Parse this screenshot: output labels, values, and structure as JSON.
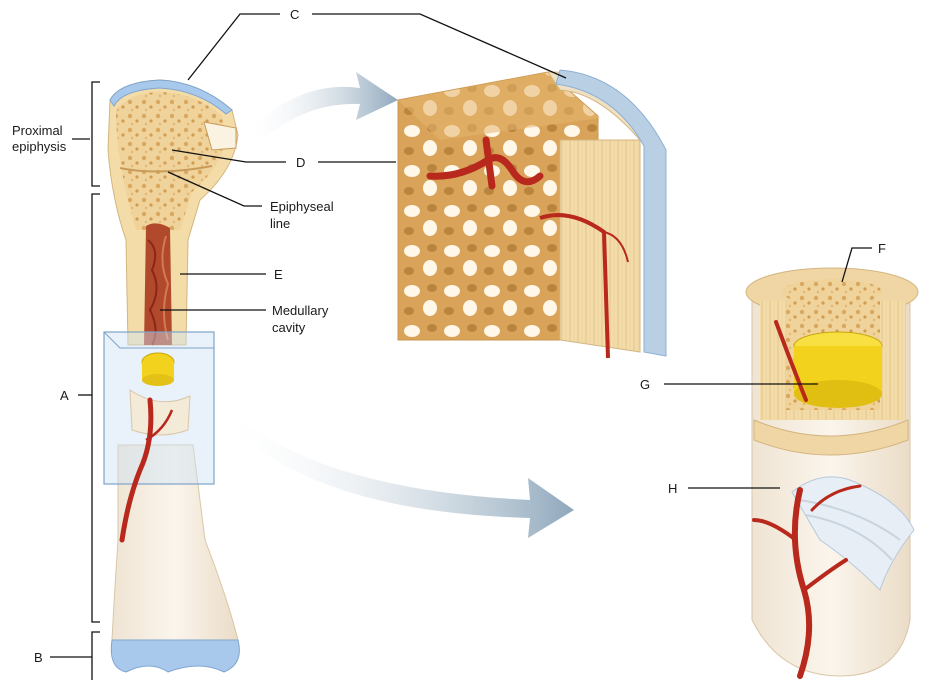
{
  "diagram": {
    "labels": {
      "proximal_line1": "Proximal",
      "proximal_line2": "epiphysis",
      "a": "A",
      "b": "B",
      "c": "C",
      "d": "D",
      "e": "E",
      "f": "F",
      "g": "G",
      "h": "H",
      "epiphyseal_line1": "Epiphyseal",
      "epiphyseal_line2": "line",
      "medullary_line1": "Medullary",
      "medullary_line2": "cavity"
    },
    "colors": {
      "spongy_bone": "#e9be78",
      "compact_bone": "#f3dca8",
      "bone_surface": "#f4eadb",
      "articular_cartilage": "#a9c9ec",
      "periosteum": "#b9cfe4",
      "yellow_marrow": "#f2d21c",
      "red_marrow": "#b03c22",
      "blood_vessel": "#b8281c",
      "arrow": "#9fb4c6"
    }
  }
}
